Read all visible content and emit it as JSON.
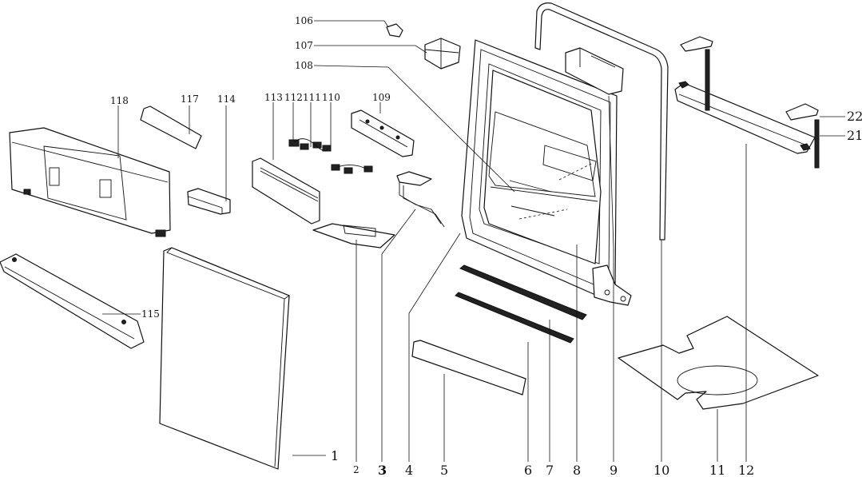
{
  "callouts": {
    "c1": "1",
    "c2": "2",
    "c3": "3",
    "c4": "4",
    "c5": "5",
    "c6": "6",
    "c7": "7",
    "c8": "8",
    "c9": "9",
    "c10": "10",
    "c11": "11",
    "c12": "12",
    "c21": "21",
    "c22": "22",
    "c106": "106",
    "c107": "107",
    "c108": "108",
    "c109": "109",
    "c110": "110",
    "c111": "111",
    "c112": "112",
    "c113": "113",
    "c114": "114",
    "c115": "115",
    "c117": "117",
    "c118": "118"
  }
}
